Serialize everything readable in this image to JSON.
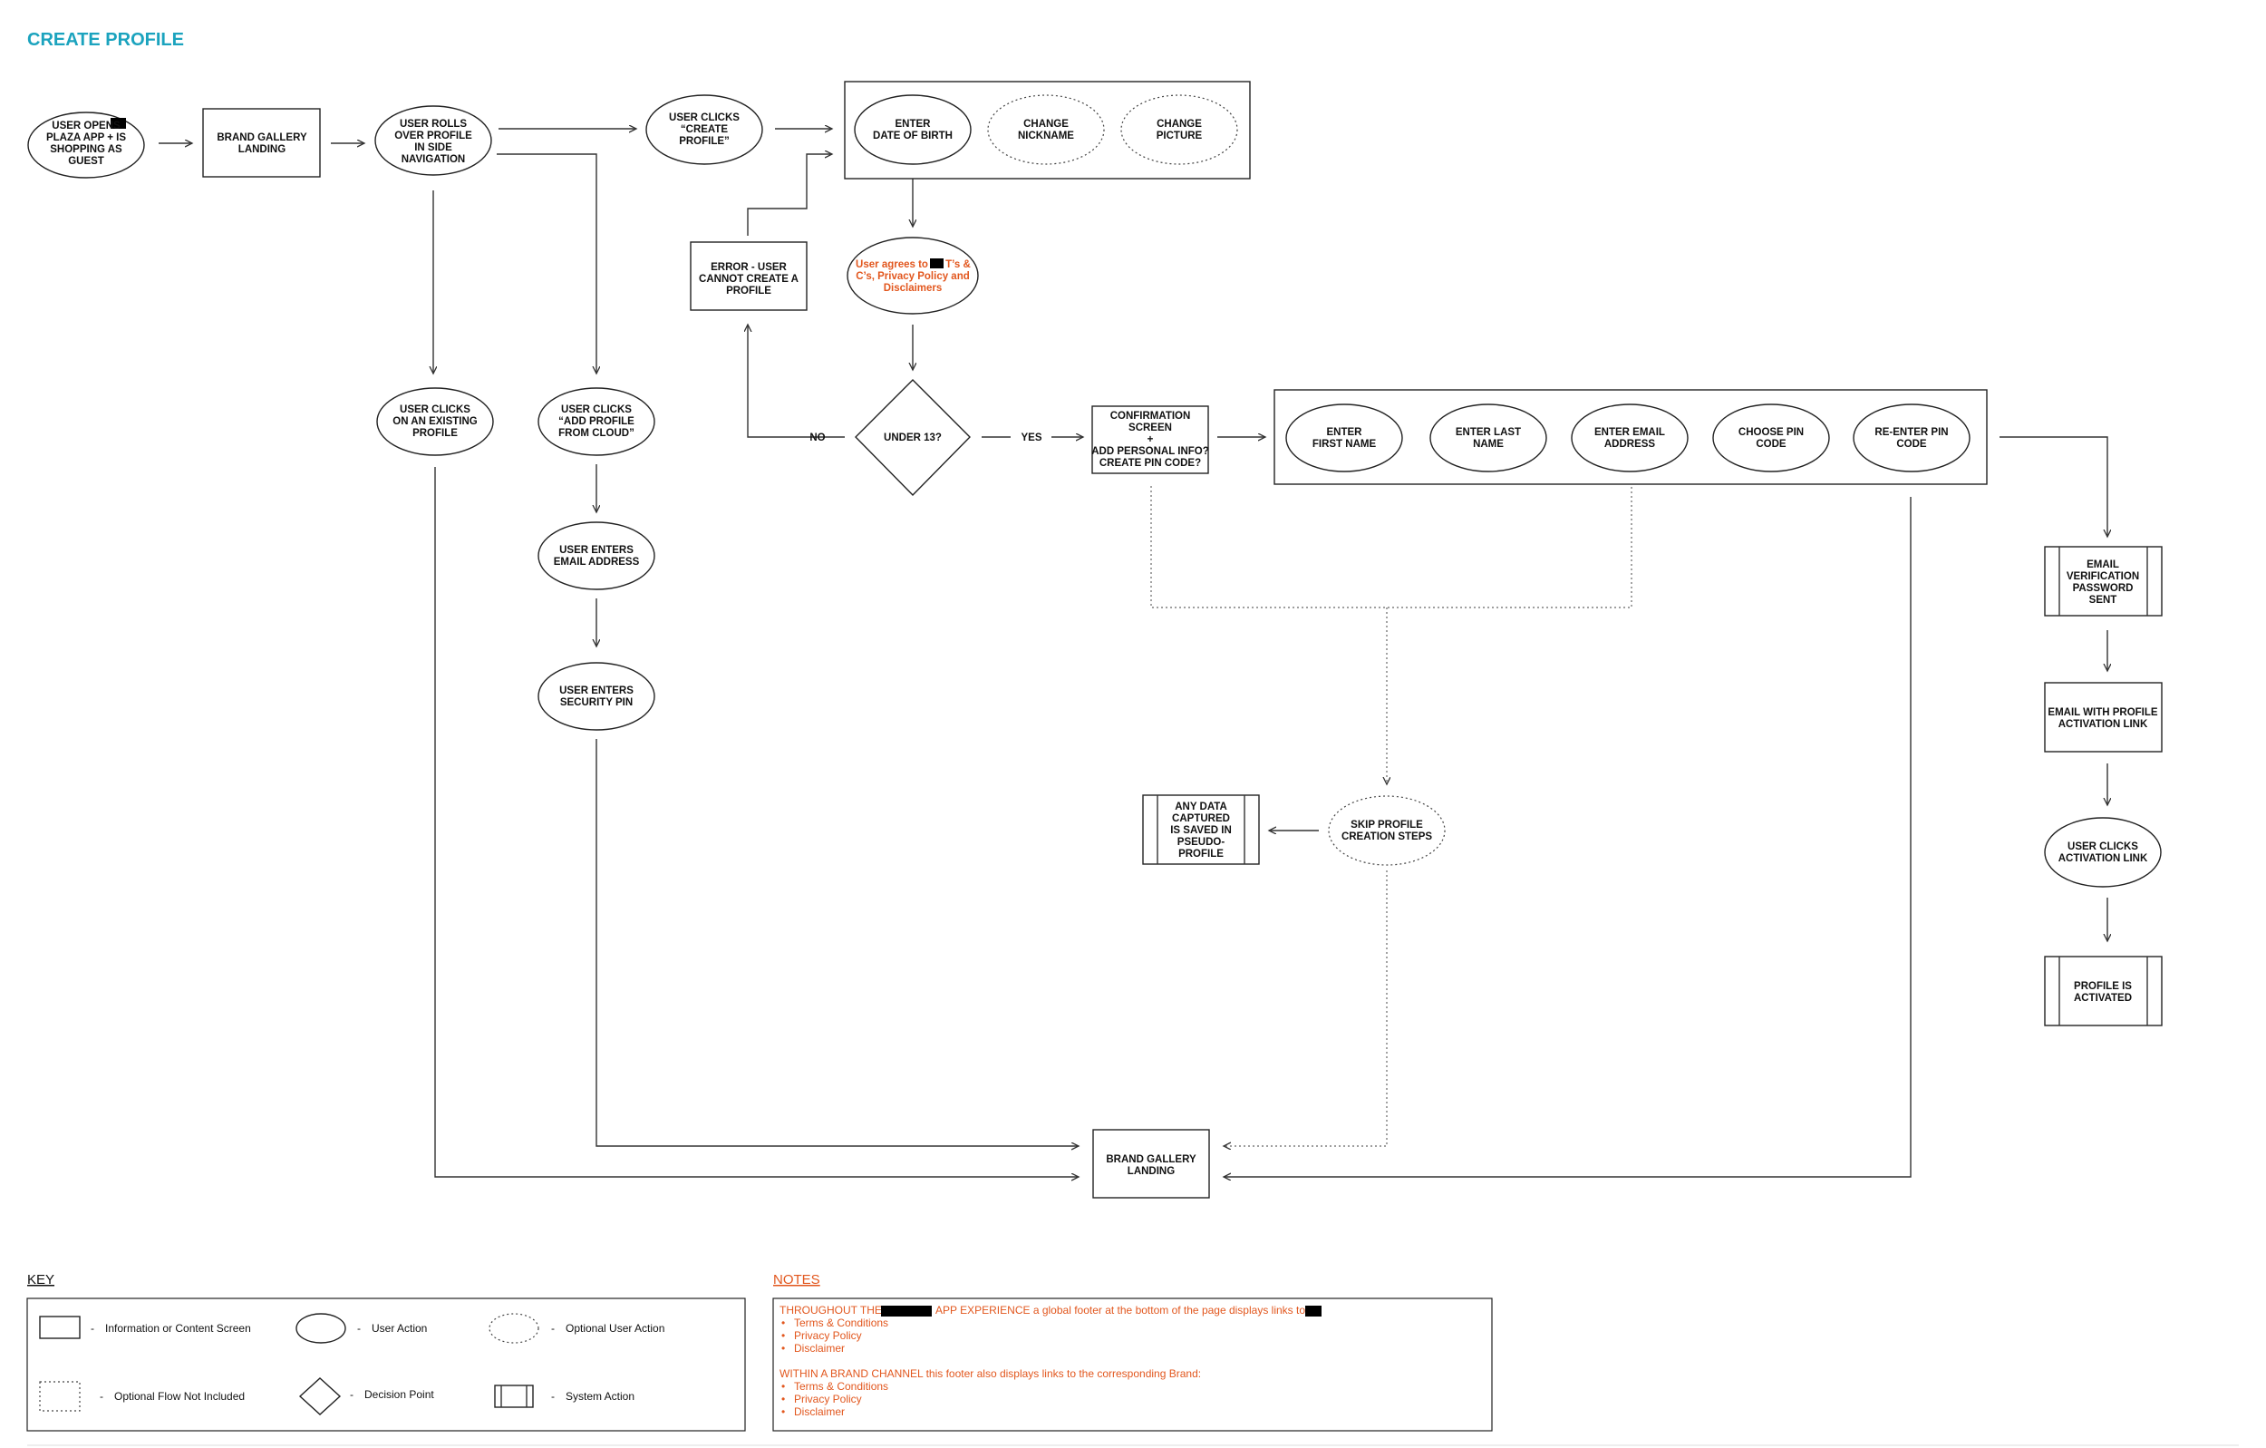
{
  "title": "CREATE PROFILE",
  "nodes": {
    "user_opens": [
      "USER OPENS",
      "PLAZA APP + IS",
      "SHOPPING AS",
      "GUEST"
    ],
    "brand_gallery_1": [
      "BRAND GALLERY",
      "LANDING"
    ],
    "user_rolls": [
      "USER ROLLS",
      "OVER PROFILE",
      "IN SIDE",
      "NAVIGATION"
    ],
    "user_clicks_create": [
      "USER CLICKS",
      "“CREATE",
      "PROFILE”"
    ],
    "enter_dob": [
      "ENTER",
      "DATE OF BIRTH"
    ],
    "change_nickname": [
      "CHANGE",
      "NICKNAME"
    ],
    "change_picture": [
      "CHANGE",
      "PICTURE"
    ],
    "user_agrees": [
      "User agrees to",
      "T’s &",
      "C’s, Privacy Policy and",
      "Disclaimers"
    ],
    "error_box": [
      "ERROR - USER",
      "CANNOT CREATE A",
      "PROFILE"
    ],
    "under13": "UNDER 13?",
    "no_label": "NO",
    "yes_label": "YES",
    "confirmation": [
      "CONFIRMATION",
      "SCREEN",
      "+",
      "ADD PERSONAL INFO?",
      "CREATE PIN CODE?"
    ],
    "enter_first": [
      "ENTER",
      "FIRST NAME"
    ],
    "enter_last": [
      "ENTER LAST",
      "NAME"
    ],
    "enter_email": [
      "ENTER EMAIL",
      "ADDRESS"
    ],
    "choose_pin": [
      "CHOOSE PIN",
      "CODE"
    ],
    "reenter_pin": [
      "RE-ENTER PIN",
      "CODE"
    ],
    "user_clicks_existing": [
      "USER CLICKS",
      "ON AN EXISTING",
      "PROFILE"
    ],
    "user_clicks_cloud": [
      "USER CLICKS",
      "“ADD PROFILE",
      "FROM CLOUD”"
    ],
    "user_enters_email": [
      "USER ENTERS",
      "EMAIL ADDRESS"
    ],
    "user_enters_pin": [
      "USER ENTERS",
      "SECURITY PIN"
    ],
    "skip_profile": [
      "SKIP PROFILE",
      "CREATION STEPS"
    ],
    "any_data": [
      "ANY DATA",
      "CAPTURED",
      "IS SAVED IN",
      "PSEUDO-",
      "PROFILE"
    ],
    "email_verification": [
      "EMAIL",
      "VERIFICATION",
      "PASSWORD",
      "SENT"
    ],
    "email_activation": [
      "EMAIL WITH PROFILE",
      "ACTIVATION LINK"
    ],
    "user_clicks_activation": [
      "USER CLICKS",
      "ACTIVATION LINK"
    ],
    "profile_activated": [
      "PROFILE IS",
      "ACTIVATED"
    ],
    "brand_gallery_2": [
      "BRAND GALLERY",
      "LANDING"
    ]
  },
  "key": {
    "heading": "KEY",
    "items": [
      "Information or Content Screen",
      "User Action",
      "Optional User Action",
      "Optional Flow Not Included",
      "Decision Point",
      "System Action"
    ]
  },
  "notes": {
    "heading": "NOTES",
    "line1_a": "THROUGHOUT THE",
    "line1_b": "APP EXPERIENCE a global footer at the bottom of the page displays links to",
    "list1": [
      "Terms & Conditions",
      "Privacy Policy",
      "Disclaimer"
    ],
    "line2": "WITHIN A BRAND CHANNEL this footer also displays links to the corresponding Brand:",
    "list2": [
      "Terms & Conditions",
      "Privacy Policy",
      "Disclaimer"
    ]
  },
  "colors": {
    "title": "#1ba3be",
    "notes": "#e2571e",
    "stroke": "#222222"
  }
}
